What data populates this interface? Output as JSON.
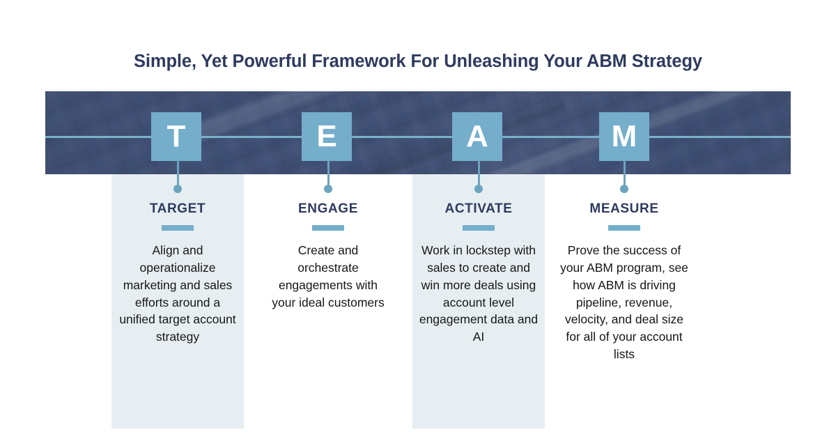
{
  "title": "Simple, Yet Powerful Framework For Unleashing Your ABM Strategy",
  "colors": {
    "title_navy": "#2e3b60",
    "banner_navy": "#41527a",
    "accent_blue": "#74aecb",
    "connector_blue": "#6ba4be",
    "column_shade": "#e7eef1",
    "body_text": "#161616",
    "letter_text": "#ffffff"
  },
  "acronym": "TEAM",
  "steps": [
    {
      "letter": "T",
      "label": "TARGET",
      "body": "Align and operationalize marketing and sales efforts around a unified target account strategy",
      "shaded": true
    },
    {
      "letter": "E",
      "label": "ENGAGE",
      "body": "Create and orchestrate engagements with your ideal customers",
      "shaded": false
    },
    {
      "letter": "A",
      "label": "ACTIVATE",
      "body": "Work in lockstep with sales to create and win more deals using account level engagement data and AI",
      "shaded": true
    },
    {
      "letter": "M",
      "label": "MEASURE",
      "body": "Prove the success of your ABM program, see how ABM is driving pipeline, revenue, velocity, and deal size for all of your account lists",
      "shaded": false
    }
  ]
}
